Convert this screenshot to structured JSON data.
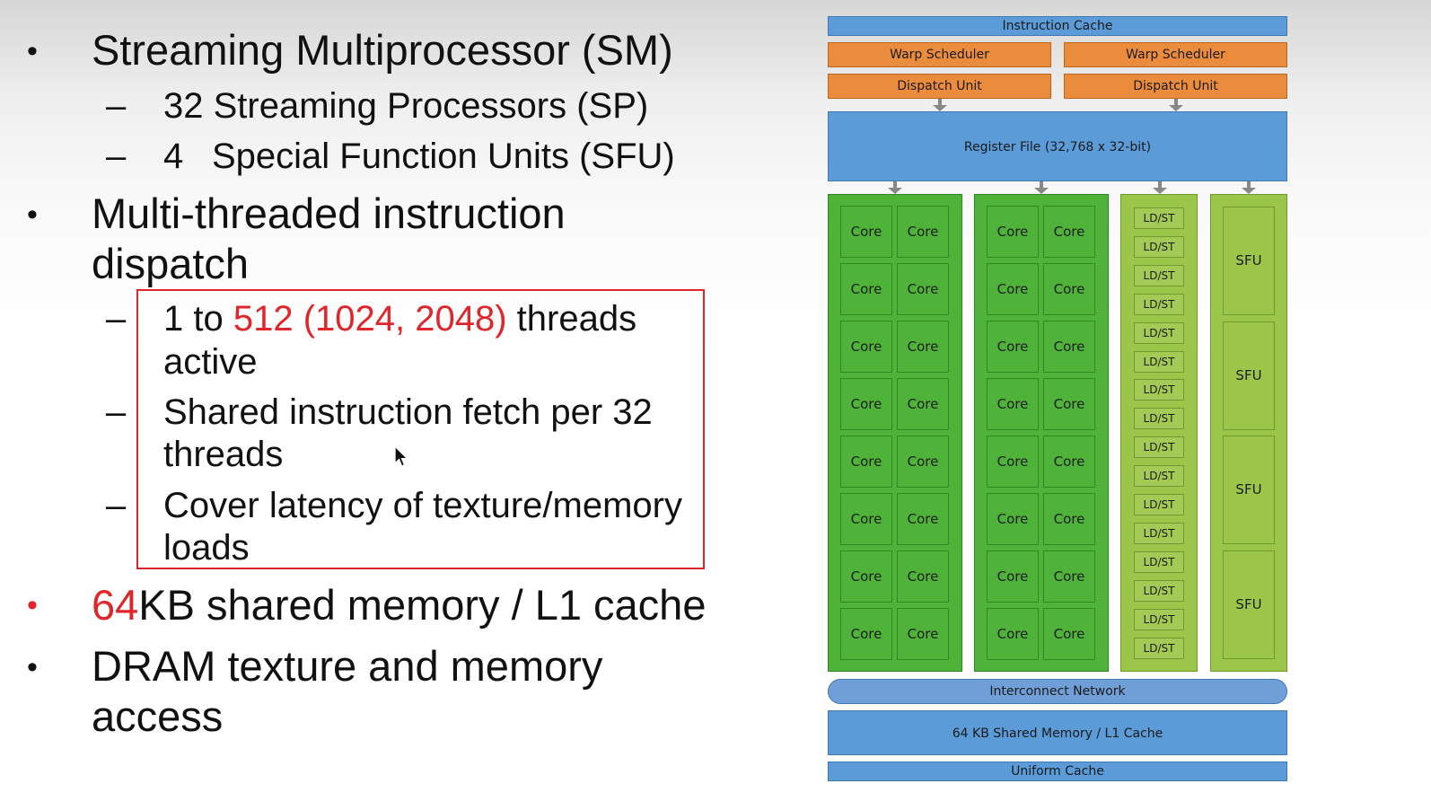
{
  "slide": {
    "bullet_symbol": "•",
    "dash_symbol": "–",
    "b1": "Streaming Multiprocessor (SM)",
    "b1_sub1": "32 Streaming Processors (SP)",
    "b1_sub2_num": "4",
    "b1_sub2_text": "Special Function Units (SFU)",
    "b2_line1": "Multi-threaded instruction",
    "b2_line2": "dispatch",
    "b2_sub1_pre": "1 to ",
    "b2_sub1_red": "512 (1024, 2048)",
    "b2_sub1_post": " threads",
    "b2_sub1_line2": "active",
    "b2_sub2_line1": "Shared instruction fetch per 32",
    "b2_sub2_line2": "threads",
    "b2_sub3_line1": "Cover latency of texture/memory",
    "b2_sub3_line2": "loads",
    "b3_red": "64",
    "b3_rest": "KB shared memory / L1 cache",
    "b4_line1": "DRAM texture and memory",
    "b4_line2": "access"
  },
  "diagram": {
    "instruction_cache": "Instruction Cache",
    "warp_scheduler_left": "Warp Scheduler",
    "warp_scheduler_right": "Warp Scheduler",
    "dispatch_unit_left": "Dispatch Unit",
    "dispatch_unit_right": "Dispatch Unit",
    "register_file": "Register File (32,768 x 32-bit)",
    "core_label": "Core",
    "ldst_label": "LD/ST",
    "sfu_label": "SFU",
    "interconnect": "Interconnect Network",
    "shared_memory": "64 KB Shared Memory / L1 Cache",
    "uniform_cache": "Uniform Cache"
  },
  "colors": {
    "accent_red": "#e0262a",
    "cache_blue": "#5a9bd8",
    "scheduler_orange": "#eb8c3c",
    "core_green": "#4fb339",
    "ldst_sfu_green": "#9cc64a"
  }
}
